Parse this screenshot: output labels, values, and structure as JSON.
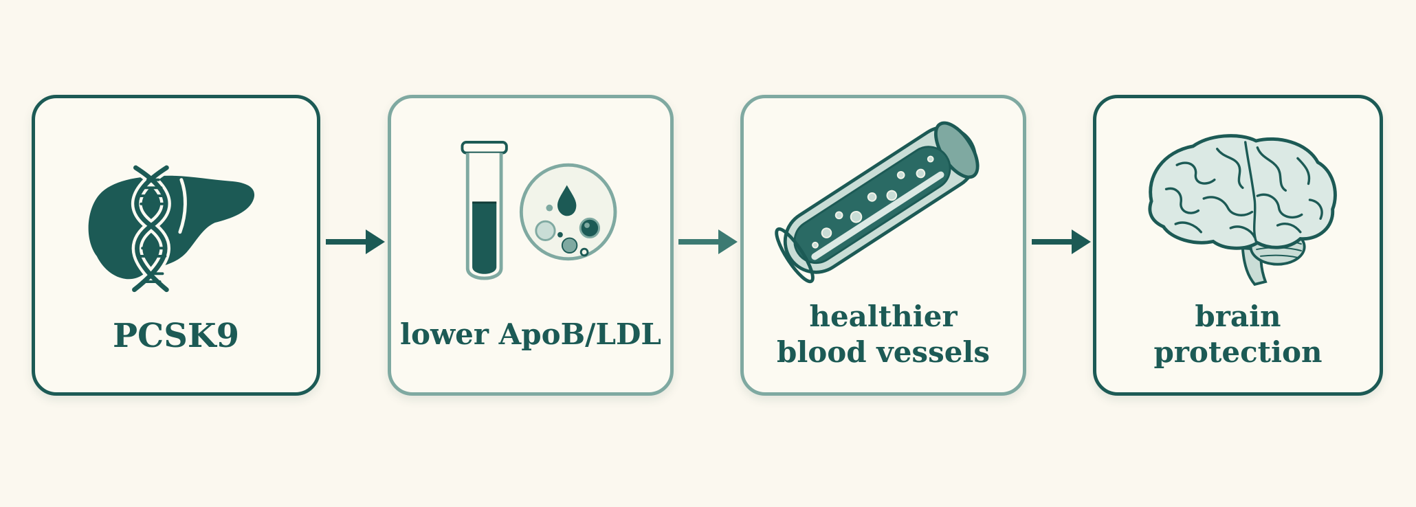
{
  "steps": [
    {
      "label": "PCSK9",
      "icon": "liver-dna-icon",
      "border": "#1c5a55"
    },
    {
      "label": "lower ApoB/LDL",
      "icon": "test-tube-lipid-particles-icon",
      "border": "#7fa9a1"
    },
    {
      "label_lines": [
        "healthier",
        "blood vessels"
      ],
      "icon": "blood-vessel-icon",
      "border": "#7fa9a1"
    },
    {
      "label_lines": [
        "brain",
        "protection"
      ],
      "icon": "brain-icon",
      "border": "#1c5a55"
    }
  ],
  "colors": {
    "background": "#fbf8ef",
    "primary": "#1c5a55",
    "light": "#7fa9a1",
    "fill_light": "#c9ddd6"
  },
  "connectors": [
    "arrow-right-icon",
    "arrow-right-icon",
    "arrow-right-icon"
  ]
}
